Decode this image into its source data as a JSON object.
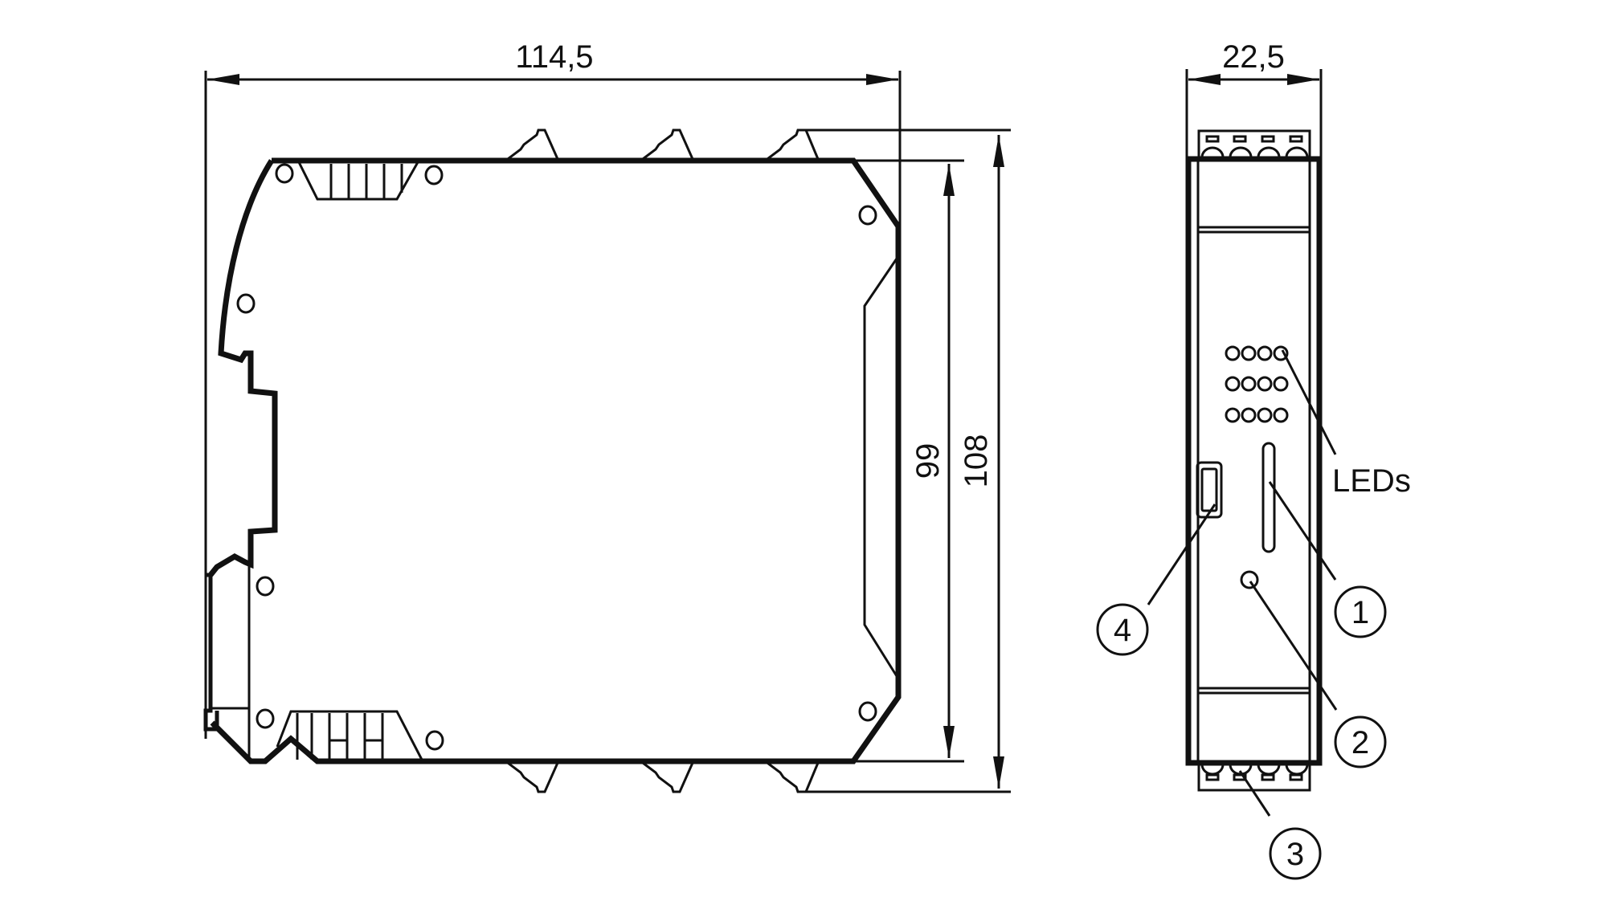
{
  "diagram": {
    "type": "technical dimension drawing",
    "views": [
      "side-view",
      "front-view"
    ],
    "units": "mm",
    "colors": {
      "stroke": "#111111",
      "background": "#ffffff"
    }
  },
  "dimensions": {
    "depth": "114,5",
    "width": "22,5",
    "height_body": "99",
    "height_total": "108"
  },
  "labels": {
    "leds": "LEDs"
  },
  "callouts": [
    {
      "id": "1",
      "text": "1"
    },
    {
      "id": "2",
      "text": "2"
    },
    {
      "id": "3",
      "text": "3"
    },
    {
      "id": "4",
      "text": "4"
    }
  ]
}
